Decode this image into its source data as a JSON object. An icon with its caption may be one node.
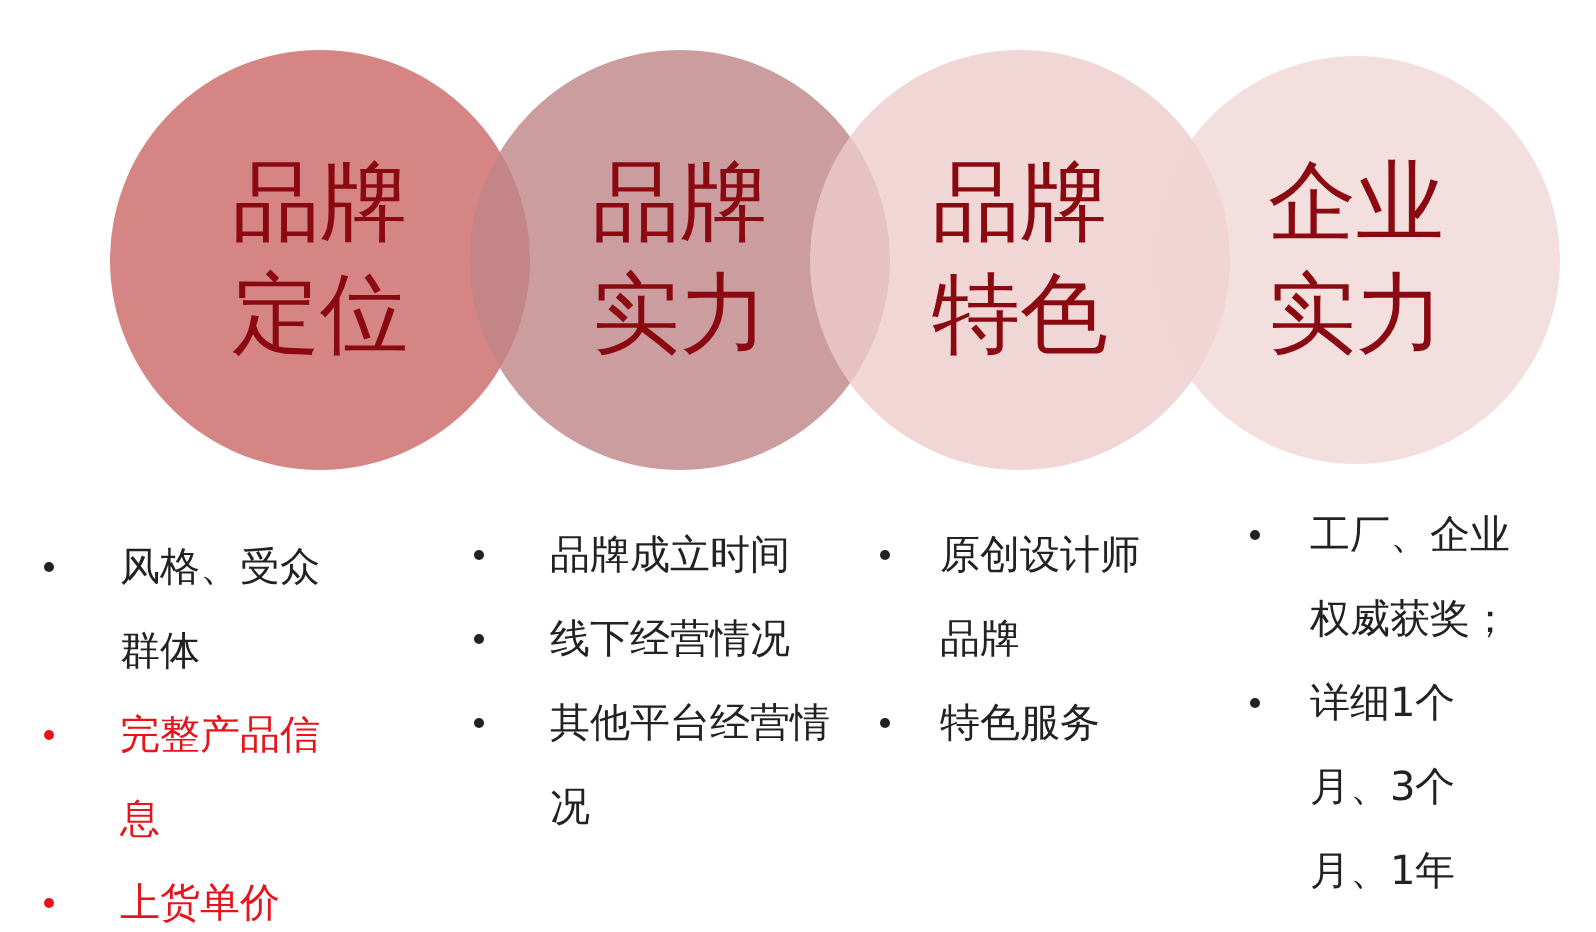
{
  "diagram": {
    "nodes": [
      {
        "text": [
          "品牌定位"
        ],
        "beside": [
          "风格、受众群体",
          "完整产品信息",
          "上货单价"
        ]
      },
      {
        "text": [
          "品牌实力"
        ],
        "beside": [
          "品牌成立时间",
          "线下经营情况",
          "其他平台经营情况"
        ]
      },
      {
        "text": [
          "品牌特色"
        ],
        "beside": [
          "原创设计师品牌",
          "特色服务"
        ]
      },
      {
        "text": [
          "企业实力"
        ],
        "beside": [
          "工厂、企业权威获奖；",
          "详细1个月、3个月、1年"
        ]
      }
    ]
  }
}
